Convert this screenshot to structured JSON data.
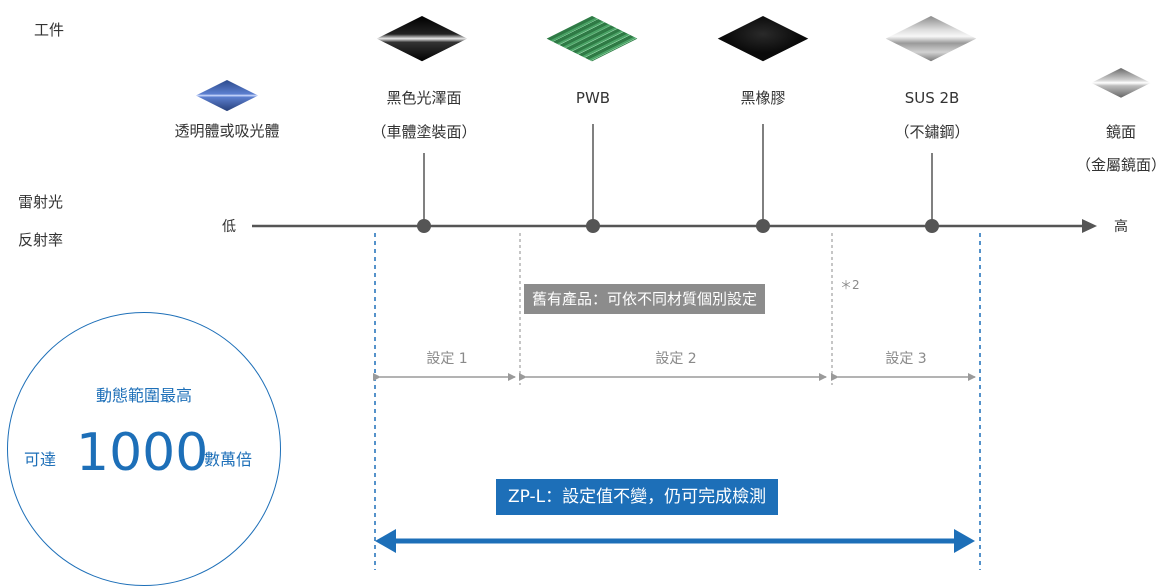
{
  "labels": {
    "workpiece": "工件",
    "reflectance_line1": "雷射光",
    "reflectance_line2": "反射率",
    "low": "低",
    "high": "高"
  },
  "materials": [
    {
      "line1": "透明體或吸光體",
      "line2": ""
    },
    {
      "line1": "黑色光澤面",
      "line2": "（車體塗裝面）"
    },
    {
      "line1": "PWB",
      "line2": ""
    },
    {
      "line1": "黑橡膠",
      "line2": ""
    },
    {
      "line1": "SUS 2B",
      "line2": "（不鏽鋼）"
    },
    {
      "line1": "鏡面",
      "line2": "（金屬鏡面）"
    }
  ],
  "legacy_banner": "舊有產品：可依不同材質個別設定",
  "footnote": "＊2",
  "settings": [
    "設定 1",
    "設定 2",
    "設定 3"
  ],
  "zpl_banner": "ZP-L：設定值不變，仍可完成檢測",
  "dynamic_range": {
    "line1": "動態範圍最高",
    "prefix": "可達",
    "value": "1000",
    "suffix": "數萬倍"
  },
  "colors": {
    "blue": "#1d6fb8",
    "axis": "#555555",
    "gray_banner": "#8c8c8c"
  }
}
